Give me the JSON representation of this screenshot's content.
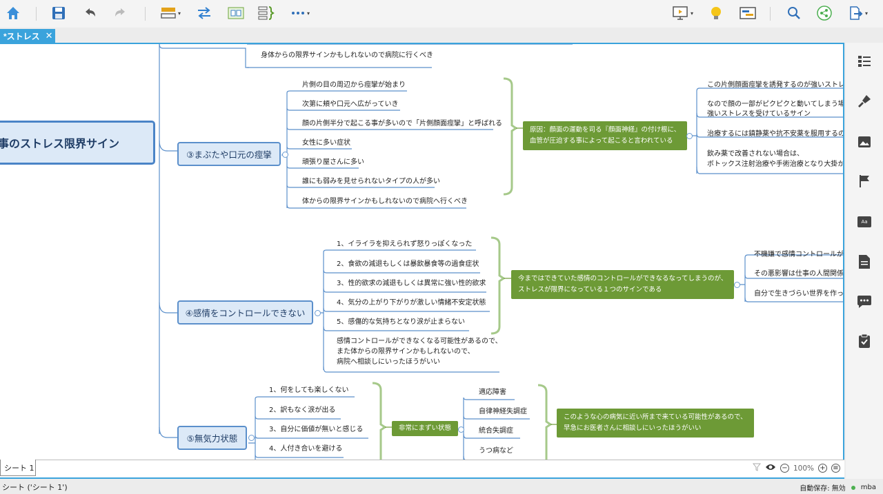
{
  "tab": {
    "title": "*ストレス",
    "close": "✕"
  },
  "map": {
    "central": "仕事のストレス限界サイン",
    "top_leaf": "身体からの限界サインかもしれないので病院に行くべき",
    "branch3": {
      "label": "③まぶたや口元の痙攣",
      "items": [
        "片側の目の周辺から痙攣が始まり",
        "次第に頬や口元へ広がっていき",
        "顔の片側半分で起こる事が多いので「片側顔面痙攣」と呼ばれる",
        "女性に多い症状",
        "頑張り屋さんに多い",
        "誰にも弱みを見せられないタイプの人が多い",
        "体からの限界サインかもしれないので病院へ行くべき"
      ],
      "summary": [
        "原因：顔面の運動を司る『顔面神経』の付け根に、",
        "血管が圧迫する事によって起こると言われている"
      ],
      "sub": [
        "この片側顔面痙攣を誘発するのが強いストレス",
        "なので顔の一部がピクピクと動いてしまう場合",
        "強いストレスを受けているサイン",
        "治療するには鎮静薬や抗不安薬を服用するのが",
        "飲み薬で改善されない場合は、",
        "ボトックス注射治療や手術治療となり大掛かり"
      ]
    },
    "branch4": {
      "label": "④感情をコントロールできない",
      "items": [
        "1、イライラを抑えられず怒りっぽくなった",
        "2、食欲の減退もしくは暴飲暴食等の過食症状",
        "3、性的欲求の減退もしくは異常に強い性的欲求",
        "4、気分の上がり下がりが激しい情緒不安定状態",
        "5、感傷的な気持ちとなり涙が止まらない"
      ],
      "note": [
        "感情コントロールができなくなる可能性があるので、",
        "また体からの限界サインかもしれないので、",
        "病院へ相談しにいったほうがいい"
      ],
      "summary": [
        "今まではできていた感情のコントロールができなるなってしまうのが、",
        "ストレスが限界になっている１つのサインである"
      ],
      "sub": [
        "不機嫌で感情コントロールがで",
        "その悪影響は仕事の人間関係、",
        "自分で生きづらい世界を作って"
      ]
    },
    "branch5": {
      "label": "⑤無気力状態",
      "items": [
        "1、何をしても楽しくない",
        "2、訳もなく涙が出る",
        "3、自分に価値が無いと感じる",
        "4、人付き合いを避ける"
      ],
      "summary": "非常にまずい状態",
      "sub": [
        "適応障害",
        "自律神経失調症",
        "統合失調症",
        "うつ病など"
      ],
      "summary2": [
        "このような心の病気に近い所まで来ている可能性があるので、",
        "早急にお医者さんに相談しにいったほうがいい"
      ]
    }
  },
  "sheet": {
    "tab": "シート 1",
    "zoom": "100%"
  },
  "status": {
    "left": "シート ('シート 1')",
    "autosave": "自動保存: 無効",
    "user": "mba"
  },
  "colors": {
    "accent": "#3aa3dc",
    "green": "#6d9a36",
    "topic_fill": "#dce9f7",
    "topic_border": "#5b8fcb"
  }
}
